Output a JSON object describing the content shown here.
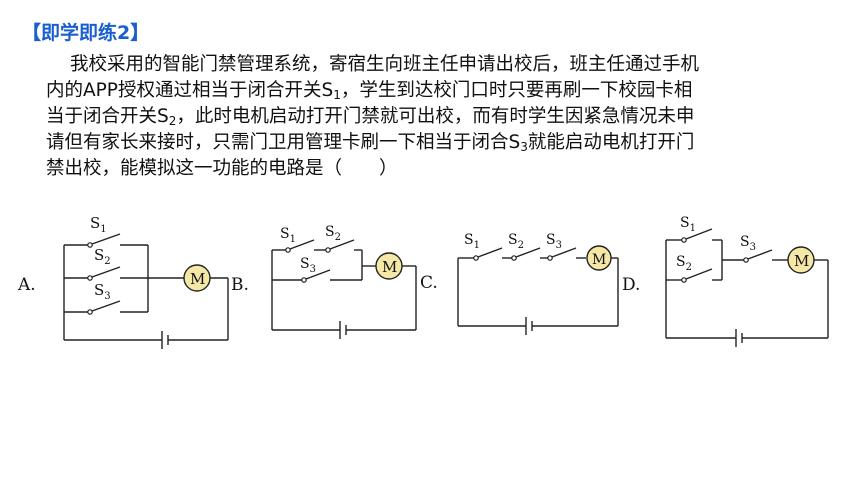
{
  "tag": "【即学即练2】",
  "problem": {
    "lines": [
      [
        "我校采用的智能门禁管理系统，寄宿生向班主任申请出校后，班主任通过手机"
      ],
      [
        "内的APP授权通过相当于闭合开关S",
        "1",
        "，学生到达校门口时只要再刷一下校园卡相"
      ],
      [
        "当于闭合开关S",
        "2",
        "，此时电机启动打开门禁就可出校，而有时学生因紧急情况未申"
      ],
      [
        "请但有家长来接时，只需门卫用管理卡刷一下相当于闭合S",
        "3",
        "就能启动电机打开门"
      ],
      [
        "禁出校，能模拟这一功能的电路是（　　）"
      ]
    ]
  },
  "options": {
    "a": "A.",
    "b": "B.",
    "c": "C.",
    "d": "D."
  },
  "labels": {
    "s": "S",
    "n1": "1",
    "n2": "2",
    "n3": "3",
    "motor": "M"
  },
  "colors": {
    "tag": "#1a5fd0",
    "motor_fill": "#f5e7a6",
    "wire": "#222222"
  }
}
